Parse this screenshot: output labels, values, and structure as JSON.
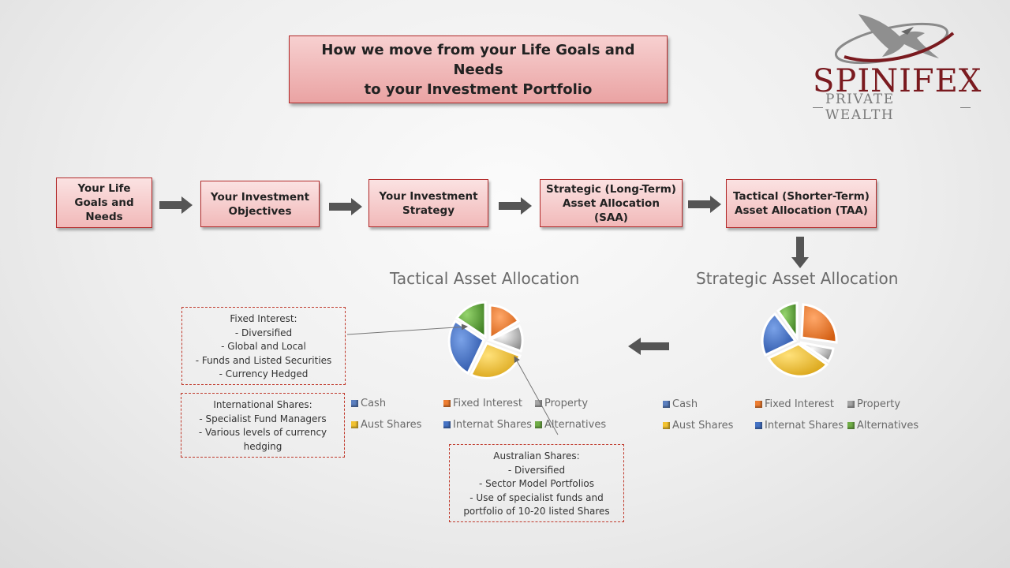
{
  "title": {
    "line1": "How we move from your Life Goals and Needs",
    "line2": "to your Investment Portfolio"
  },
  "logo": {
    "name": "SPINIFEX",
    "tagline": "PRIVATE WEALTH",
    "icon": "eagle-icon"
  },
  "steps": [
    {
      "label": "Your Life Goals and Needs"
    },
    {
      "label": "Your Investment Objectives"
    },
    {
      "label": "Your Investment Strategy"
    },
    {
      "label": "Strategic (Long-Term) Asset Allocation (SAA)"
    },
    {
      "label": "Tactical (Shorter-Term) Asset Allocation (TAA)"
    }
  ],
  "tactical": {
    "title": "Tactical Asset Allocation",
    "legend": [
      "Cash",
      "Fixed Interest",
      "Property",
      "Aust Shares",
      "Internat Shares",
      "Alternatives"
    ]
  },
  "strategic": {
    "title": "Strategic Asset Allocation",
    "legend": [
      "Cash",
      "Fixed Interest",
      "Property",
      "Aust Shares",
      "Internat Shares",
      "Alternatives"
    ]
  },
  "colors": {
    "cash": "#5b7fbf",
    "fixed_interest": "#ed7d31",
    "property": "#a5a5a5",
    "aust_shares": "#f2c230",
    "internat_shares": "#4472c4",
    "alternatives": "#70ad47",
    "box_border": "#b22a2a",
    "arrow": "#555555"
  },
  "callouts": {
    "fixed_interest": [
      "Fixed Interest:",
      "- Diversified",
      "- Global and Local",
      "- Funds and Listed Securities",
      "- Currency Hedged"
    ],
    "international": [
      "International Shares:",
      "- Specialist Fund Managers",
      "- Various levels of currency",
      "hedging"
    ],
    "australian": [
      "Australian Shares:",
      "- Diversified",
      "- Sector Model Portfolios",
      "- Use of specialist funds and",
      "portfolio of 10-20 listed Shares"
    ]
  }
}
